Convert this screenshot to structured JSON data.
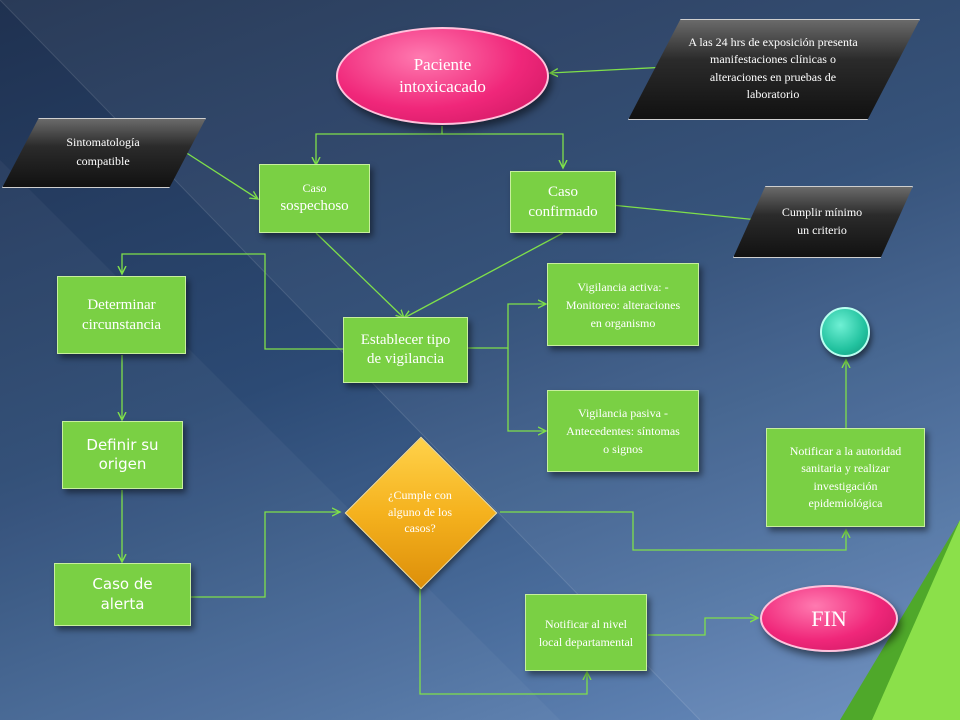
{
  "nodes": {
    "paciente": "Paciente intoxicacado",
    "exposicion": "A las 24 hrs de exposición presenta manifestaciones clínicas o alteraciones en pruebas de laboratorio",
    "sintomatologia": "Sintomatología compatible",
    "caso_sospechoso_line1": "Caso",
    "caso_sospechoso_line2": "sospechoso",
    "caso_confirmado": "Caso confirmado",
    "cumplir": "Cumplir mínimo un criterio",
    "determinar": "Determinar circunstancia",
    "establecer": "Establecer tipo de vigilancia",
    "vig_activa": "Vigilancia activa: -Monitoreo: alteraciones en organismo",
    "vig_pasiva": "Vigilancia pasiva -Antecedentes: síntomas o signos",
    "definir": "Definir su origen",
    "cumple": "¿Cumple con alguno de los casos?",
    "notificar_autoridad": "Notificar a la autoridad sanitaria y realizar investigación epidemiológica",
    "caso_alerta": "Caso de alerta",
    "notificar_nivel": "Notificar al nivel local departamental",
    "fin": "FIN"
  },
  "colors": {
    "box_green": "#7ad044",
    "edge_green": "#7fe04a",
    "ellipse_pink": "#f0277a",
    "diamond_orange": "#f5b21e",
    "circle_teal": "#22c29f",
    "parallelogram_dark": "#222222"
  }
}
